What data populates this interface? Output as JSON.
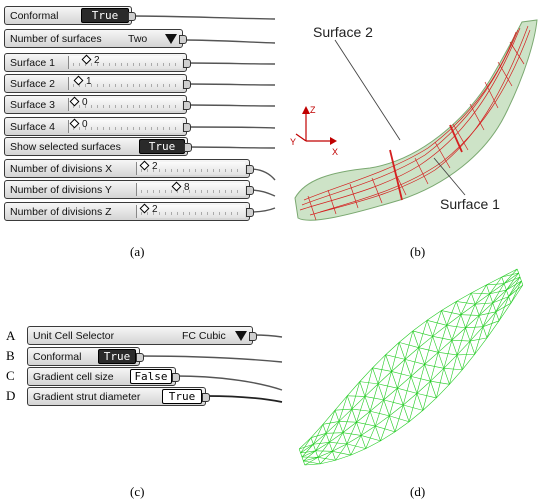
{
  "panel_a": {
    "components": [
      {
        "label": "Conformal",
        "kind": "toggle",
        "value": "True"
      },
      {
        "label": "Number of surfaces",
        "kind": "dropdown",
        "value": "Two"
      },
      {
        "label": "Surface 1",
        "kind": "slider",
        "value": "2"
      },
      {
        "label": "Surface 2",
        "kind": "slider",
        "value": "1"
      },
      {
        "label": "Surface 3",
        "kind": "slider",
        "value": "0"
      },
      {
        "label": "Surface 4",
        "kind": "slider",
        "value": "0"
      },
      {
        "label": "Show selected surfaces",
        "kind": "toggle",
        "value": "True"
      },
      {
        "label": "Number of divisions X",
        "kind": "slider",
        "value": "2"
      },
      {
        "label": "Number of divisions Y",
        "kind": "slider",
        "value": "8"
      },
      {
        "label": "Number of divisions Z",
        "kind": "slider",
        "value": "2"
      }
    ],
    "caption": "(a)"
  },
  "panel_b": {
    "label_surface2": "Surface 2",
    "label_surface1": "Surface 1",
    "axis_z": "Z",
    "axis_y": "Y",
    "axis_x": "X",
    "caption": "(b)"
  },
  "panel_c": {
    "rows": [
      {
        "letter": "A",
        "label": "Unit Cell Selector",
        "value": "FC Cubic",
        "kind": "dropdown"
      },
      {
        "letter": "B",
        "label": "Conformal",
        "value": "True",
        "kind": "toggle"
      },
      {
        "letter": "C",
        "label": "Gradient cell size",
        "value": "False",
        "kind": "toggle"
      },
      {
        "letter": "D",
        "label": "Gradient strut diameter",
        "value": "True",
        "kind": "toggle"
      }
    ],
    "caption": "(c)"
  },
  "panel_d": {
    "caption": "(d)"
  },
  "colors": {
    "surface_fill": "#bcd9b4",
    "red_lines": "#d42020",
    "lattice_green": "#22cc22"
  }
}
